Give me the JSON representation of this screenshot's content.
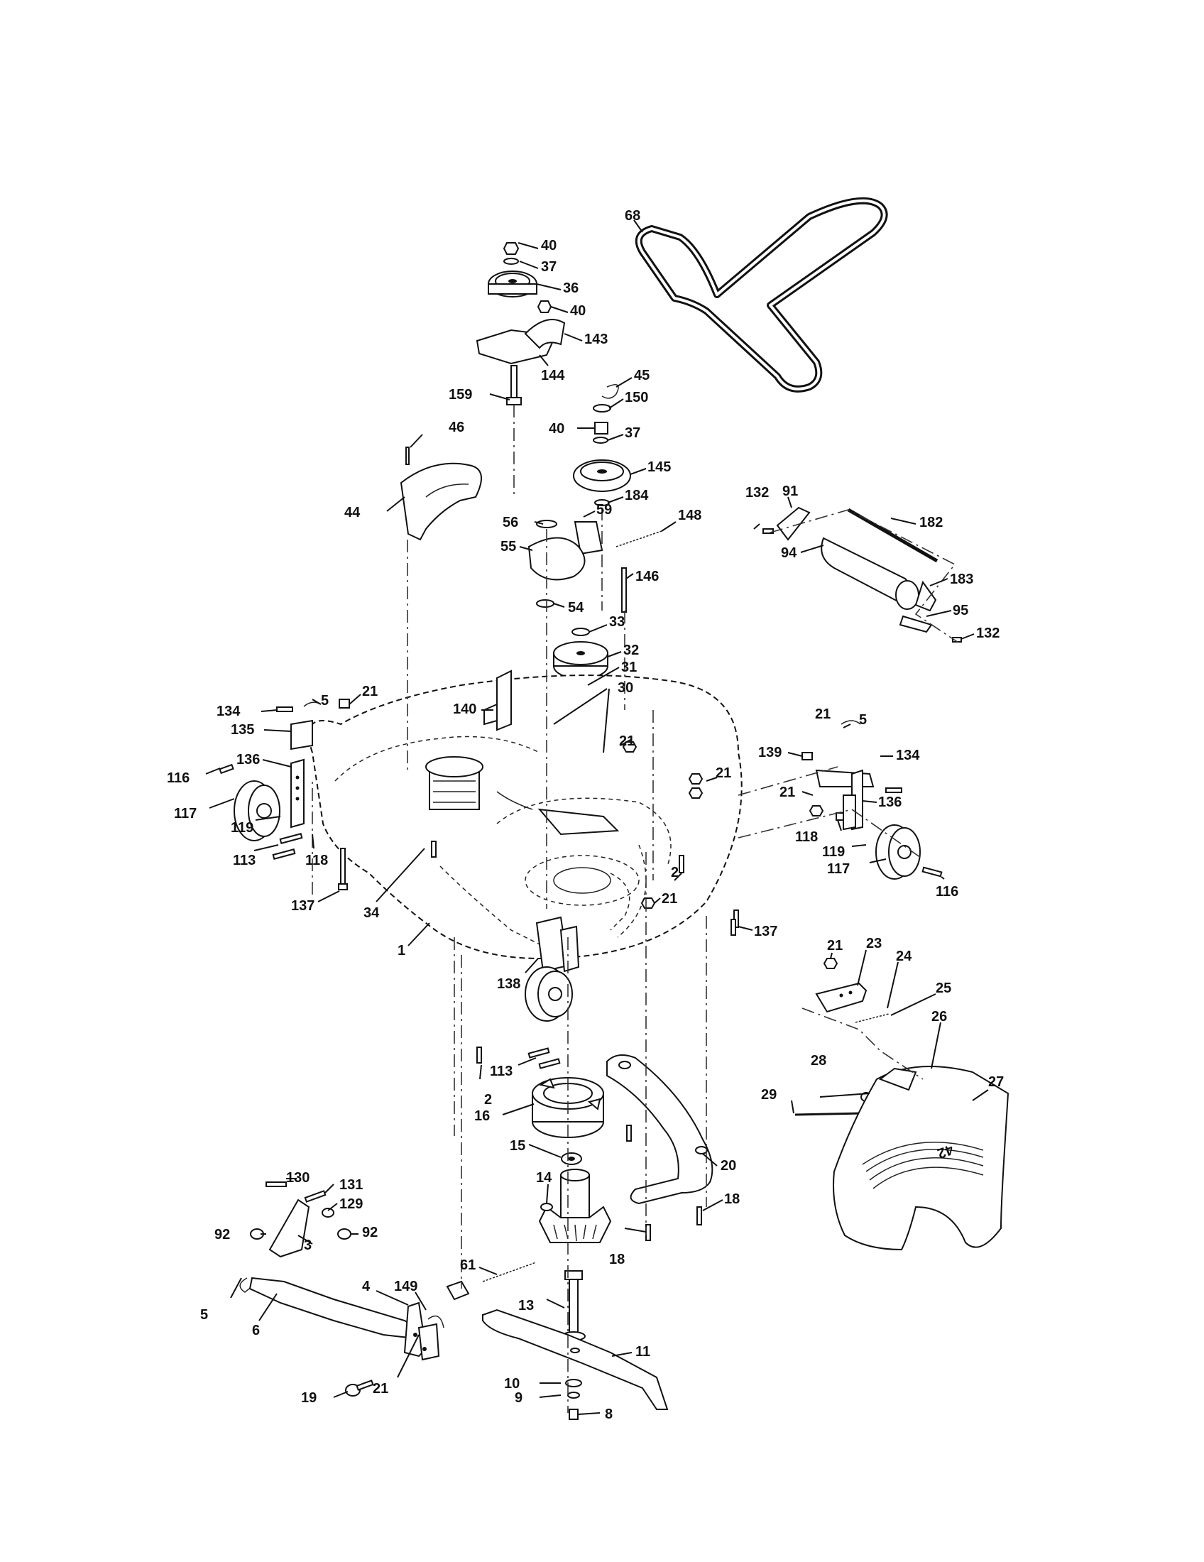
{
  "labels": [
    "68",
    "40",
    "37",
    "36",
    "40",
    "143",
    "144",
    "159",
    "45",
    "150",
    "40",
    "37",
    "46",
    "145",
    "44",
    "184",
    "132",
    "91",
    "182",
    "56",
    "59",
    "148",
    "55",
    "94",
    "146",
    "54",
    "183",
    "33",
    "95",
    "132",
    "32",
    "31",
    "30",
    "140",
    "21",
    "5",
    "134",
    "135",
    "21",
    "136",
    "116",
    "117",
    "119",
    "113",
    "118",
    "137",
    "34",
    "1",
    "21",
    "139",
    "5",
    "134",
    "21",
    "21",
    "136",
    "118",
    "119",
    "117",
    "116",
    "2",
    "21",
    "137",
    "138",
    "21",
    "23",
    "24",
    "25",
    "26",
    "113",
    "2",
    "28",
    "27",
    "29",
    "16",
    "15",
    "20",
    "14",
    "18",
    "18",
    "130",
    "131",
    "129",
    "92",
    "92",
    "3",
    "61",
    "4",
    "149",
    "13",
    "5",
    "6",
    "11",
    "19",
    "21",
    "10",
    "9",
    "8"
  ],
  "colors": {
    "line": "#111111",
    "background": "#ffffff",
    "shade": "#d9d9d9"
  }
}
